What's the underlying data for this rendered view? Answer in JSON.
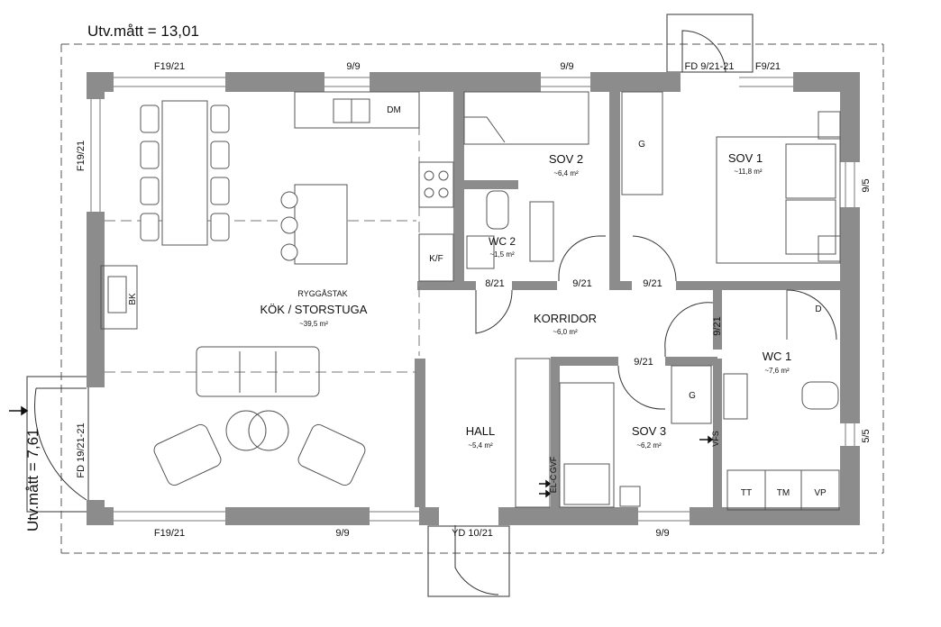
{
  "dimensions": {
    "width_label": "Utv.mått = 13,01",
    "height_label": "Utv.mått = 7,61"
  },
  "rooms": {
    "kok": {
      "note": "RYGGÅSTAK",
      "name": "KÖK / STORSTUGA",
      "area": "~39,5 m²"
    },
    "sov2": {
      "name": "SOV 2",
      "area": "~6,4 m²"
    },
    "sov1": {
      "name": "SOV 1",
      "area": "~11,8 m²"
    },
    "wc2": {
      "name": "WC 2",
      "area": "~1,5 m²"
    },
    "korridor": {
      "name": "KORRIDOR",
      "area": "~6,0 m²"
    },
    "wc1": {
      "name": "WC 1",
      "area": "~7,6 m²"
    },
    "hall": {
      "name": "HALL",
      "area": "~5,4 m²"
    },
    "sov3": {
      "name": "SOV 3",
      "area": "~6,2 m²"
    }
  },
  "fixtures": {
    "dm": "DM",
    "kf": "K/F",
    "bk": "BK",
    "g1": "G",
    "g2": "G",
    "d": "D",
    "tt": "TT",
    "tm": "TM",
    "vp": "VP",
    "vfs": "VFS",
    "elc": "EL-C",
    "gvf": "GVF"
  },
  "openings": {
    "top_f19": "F19/21",
    "top_99a": "9/9",
    "top_99b": "9/9",
    "top_fd": "FD 9/21-21",
    "top_f9": "F9/21",
    "left_f19": "F19/21",
    "left_fd": "FD 19/21-21",
    "right_95a": "9/5",
    "right_55": "5/5",
    "bottom_f19": "F19/21",
    "bottom_99a": "9/9",
    "bottom_yd": "YD 10/21",
    "bottom_99b": "9/9",
    "door_wc2": "8/21",
    "door_sov2": "9/21",
    "door_sov1": "9/21",
    "door_wc1": "9/21",
    "door_sov3": "9/21"
  }
}
